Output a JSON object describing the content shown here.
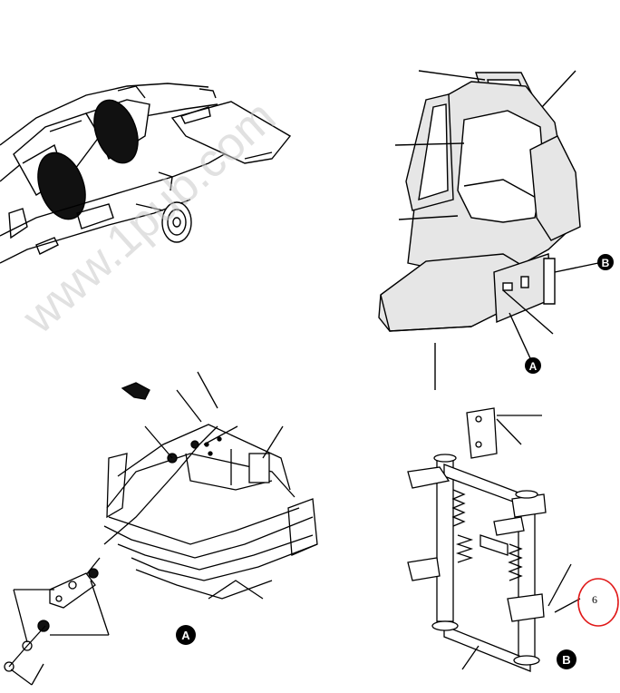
{
  "watermark": "www.1pub.com",
  "callouts": {
    "detail_a_marker": "A",
    "detail_b_marker": "B",
    "detail_a_title": "A",
    "detail_b_title": "B",
    "item_number": "6"
  },
  "colors": {
    "ink": "#000000",
    "watermark": "#c8c8c8",
    "highlight_circle": "#e01818",
    "seat_fill": "#e6e6e6",
    "paper": "#ffffff"
  }
}
